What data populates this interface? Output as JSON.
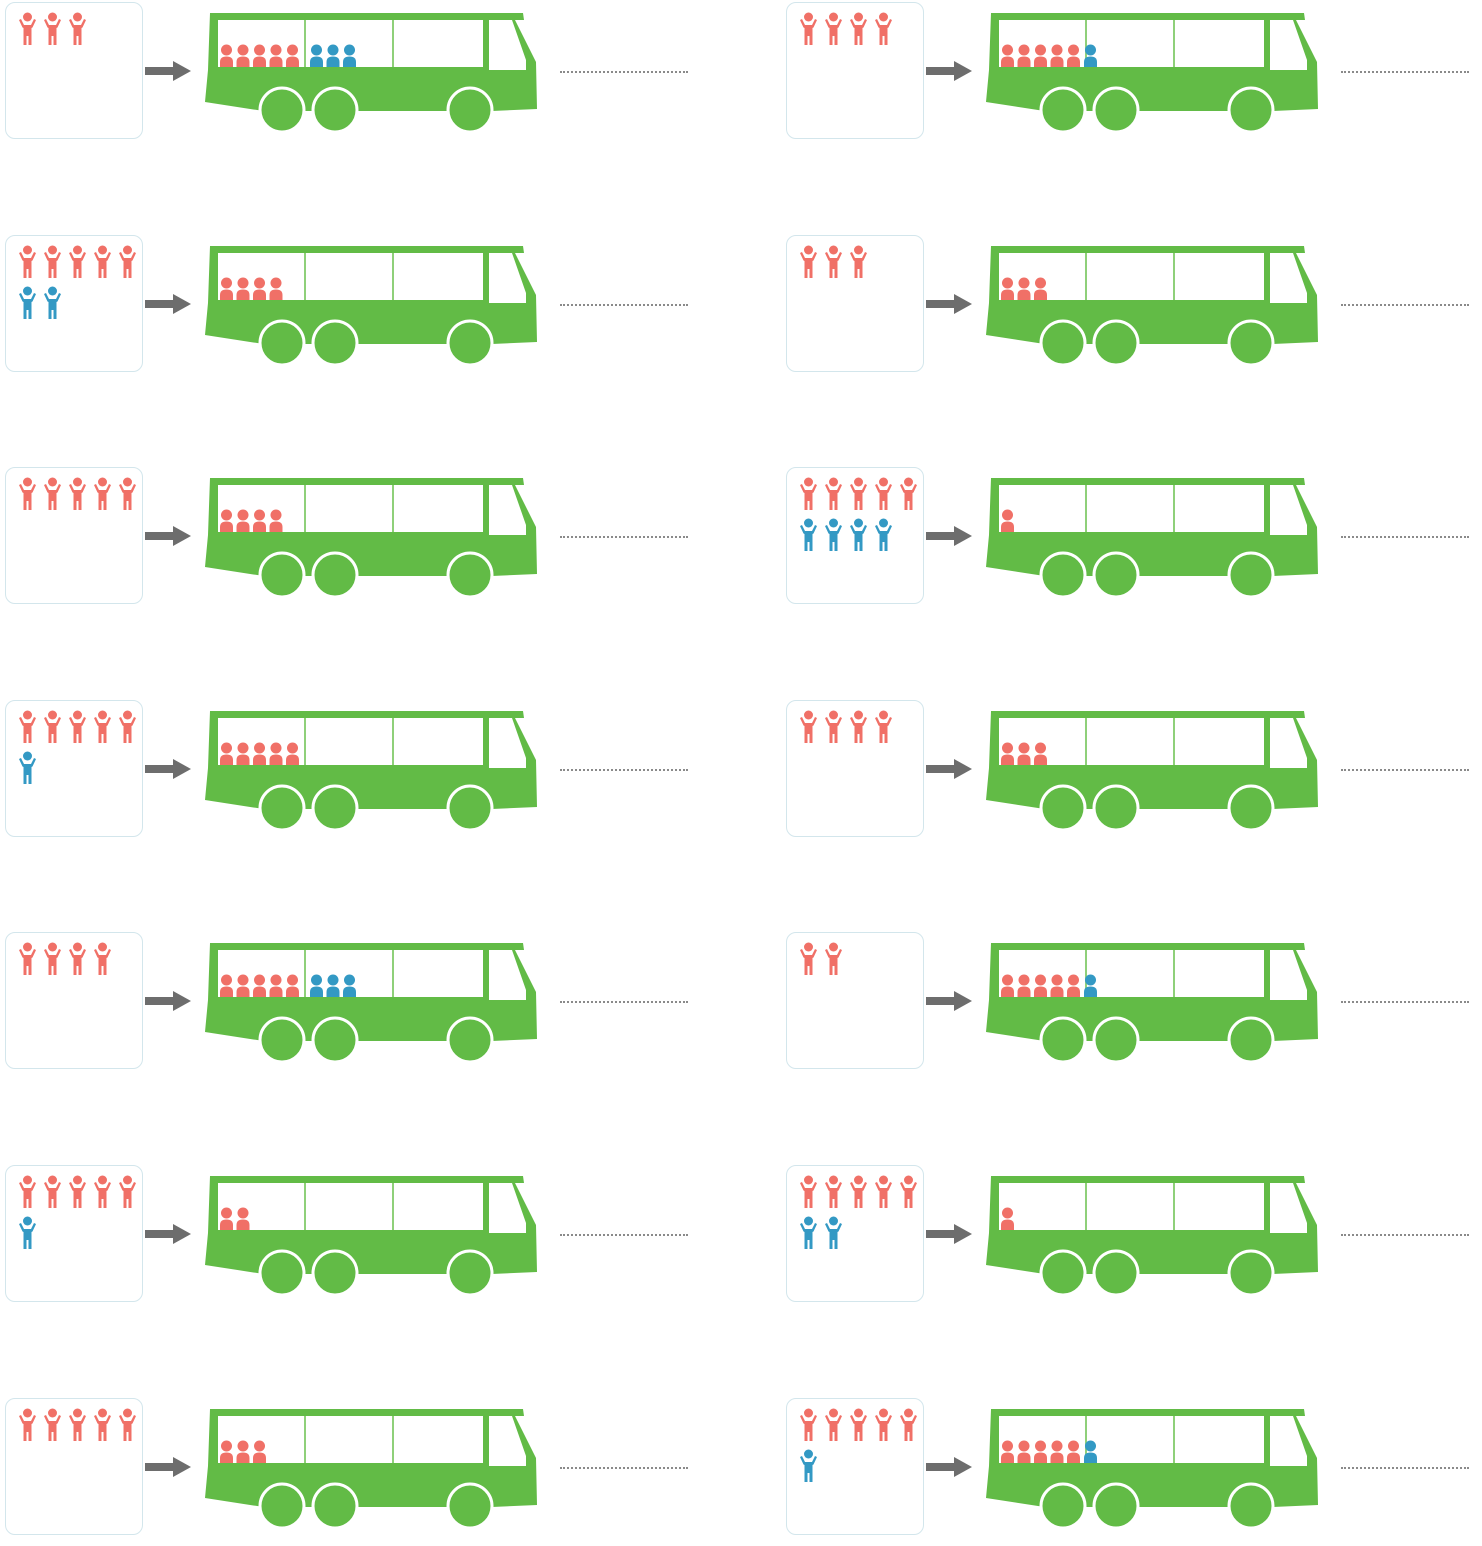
{
  "colors": {
    "bus": "#62bb46",
    "bus_window_line": "#8fd07a",
    "red_person": "#f07067",
    "blue_person": "#3399c4",
    "arrow": "#6d6d6d",
    "box_border": "#d3e6ec",
    "answer_line": "#8a8a8a"
  },
  "icons": {
    "standing_person": "person-arms-up-icon",
    "seated_person": "seated-passenger-icon",
    "arrow": "arrow-right-icon",
    "bus": "bus-icon"
  },
  "problems": [
    {
      "stop_red": 3,
      "stop_blue": 0,
      "bus_red": 5,
      "bus_blue": 3
    },
    {
      "stop_red": 4,
      "stop_blue": 0,
      "bus_red": 5,
      "bus_blue": 1
    },
    {
      "stop_red": 5,
      "stop_blue": 2,
      "bus_red": 4,
      "bus_blue": 0
    },
    {
      "stop_red": 3,
      "stop_blue": 0,
      "bus_red": 3,
      "bus_blue": 0
    },
    {
      "stop_red": 5,
      "stop_blue": 0,
      "bus_red": 4,
      "bus_blue": 0
    },
    {
      "stop_red": 5,
      "stop_blue": 4,
      "bus_red": 1,
      "bus_blue": 0
    },
    {
      "stop_red": 5,
      "stop_blue": 1,
      "bus_red": 5,
      "bus_blue": 0
    },
    {
      "stop_red": 4,
      "stop_blue": 0,
      "bus_red": 3,
      "bus_blue": 0
    },
    {
      "stop_red": 4,
      "stop_blue": 0,
      "bus_red": 5,
      "bus_blue": 3
    },
    {
      "stop_red": 2,
      "stop_blue": 0,
      "bus_red": 5,
      "bus_blue": 1
    },
    {
      "stop_red": 5,
      "stop_blue": 1,
      "bus_red": 2,
      "bus_blue": 0
    },
    {
      "stop_red": 5,
      "stop_blue": 2,
      "bus_red": 1,
      "bus_blue": 0
    },
    {
      "stop_red": 5,
      "stop_blue": 0,
      "bus_red": 3,
      "bus_blue": 0
    },
    {
      "stop_red": 5,
      "stop_blue": 1,
      "bus_red": 5,
      "bus_blue": 1
    }
  ]
}
